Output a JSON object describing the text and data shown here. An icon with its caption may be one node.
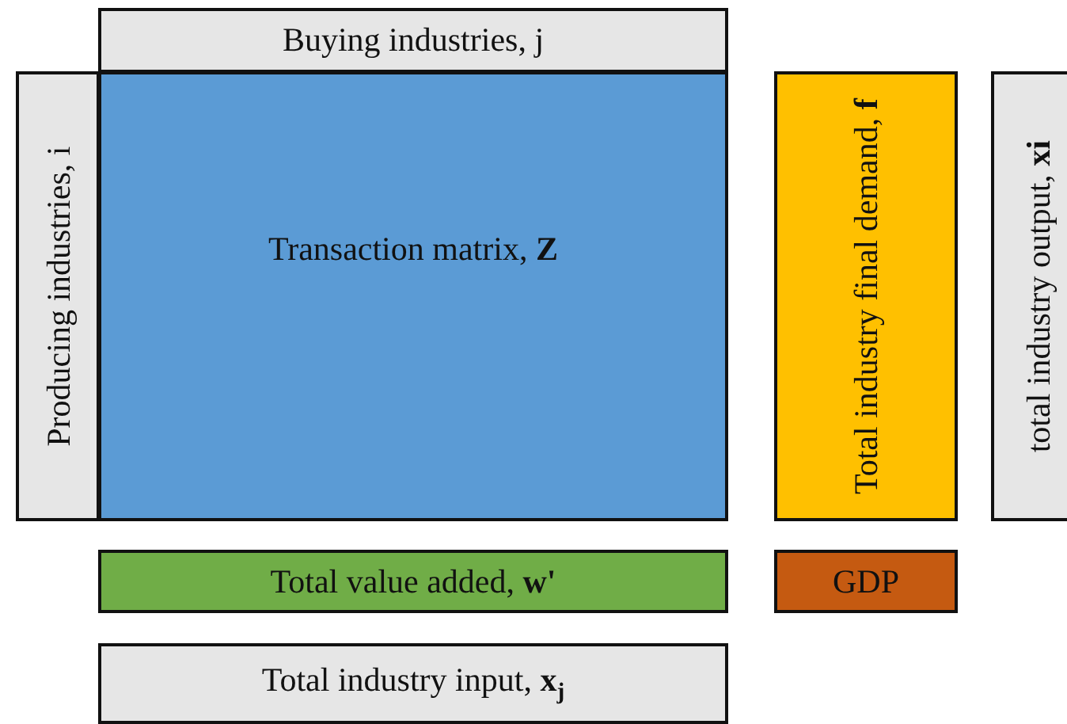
{
  "diagram": {
    "nodes": [
      {
        "text": [
          "Buying industries, j"
        ]
      },
      {
        "text": [
          "Producing industries, i"
        ]
      },
      {
        "text": [
          "Transaction matrix, **Z**"
        ]
      },
      {
        "text": [
          "Total industry final demand, **f**"
        ]
      },
      {
        "text": [
          "total industry output, **xi**"
        ]
      },
      {
        "text": [
          "Total value added, **w'**"
        ]
      },
      {
        "text": [
          "GDP"
        ]
      },
      {
        "text": [
          "Total industry input, **x**$_{j}$"
        ]
      }
    ]
  }
}
